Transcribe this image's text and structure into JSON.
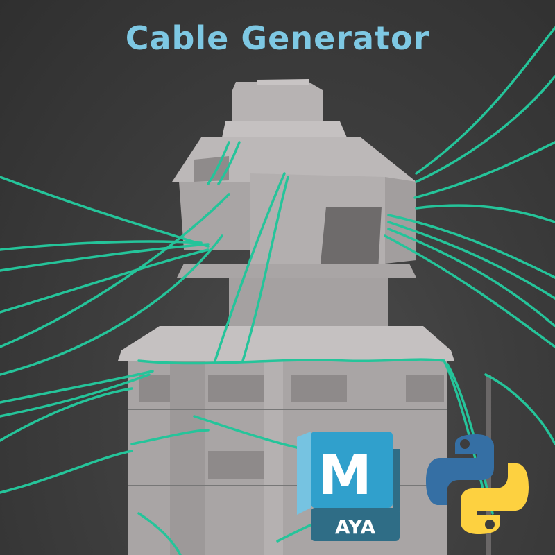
{
  "title": "Cable Generator",
  "colors": {
    "title": "#7ec8e3",
    "background": "#3e3e3e",
    "cable": "#25c49a",
    "tower_light": "#c9c5c5",
    "tower_mid": "#a9a5a5",
    "tower_dark": "#6e6b6b",
    "maya_light": "#76c3e1",
    "maya_mid": "#30a0cc",
    "maya_dark": "#2f6d86",
    "python_blue": "#356fa4",
    "python_yellow": "#fdd140"
  },
  "logos": {
    "maya": {
      "letter": "M",
      "label": "AYA"
    },
    "python": {
      "name": "python-logo"
    }
  },
  "scene": {
    "subject": "industrial tower with generated cables"
  }
}
